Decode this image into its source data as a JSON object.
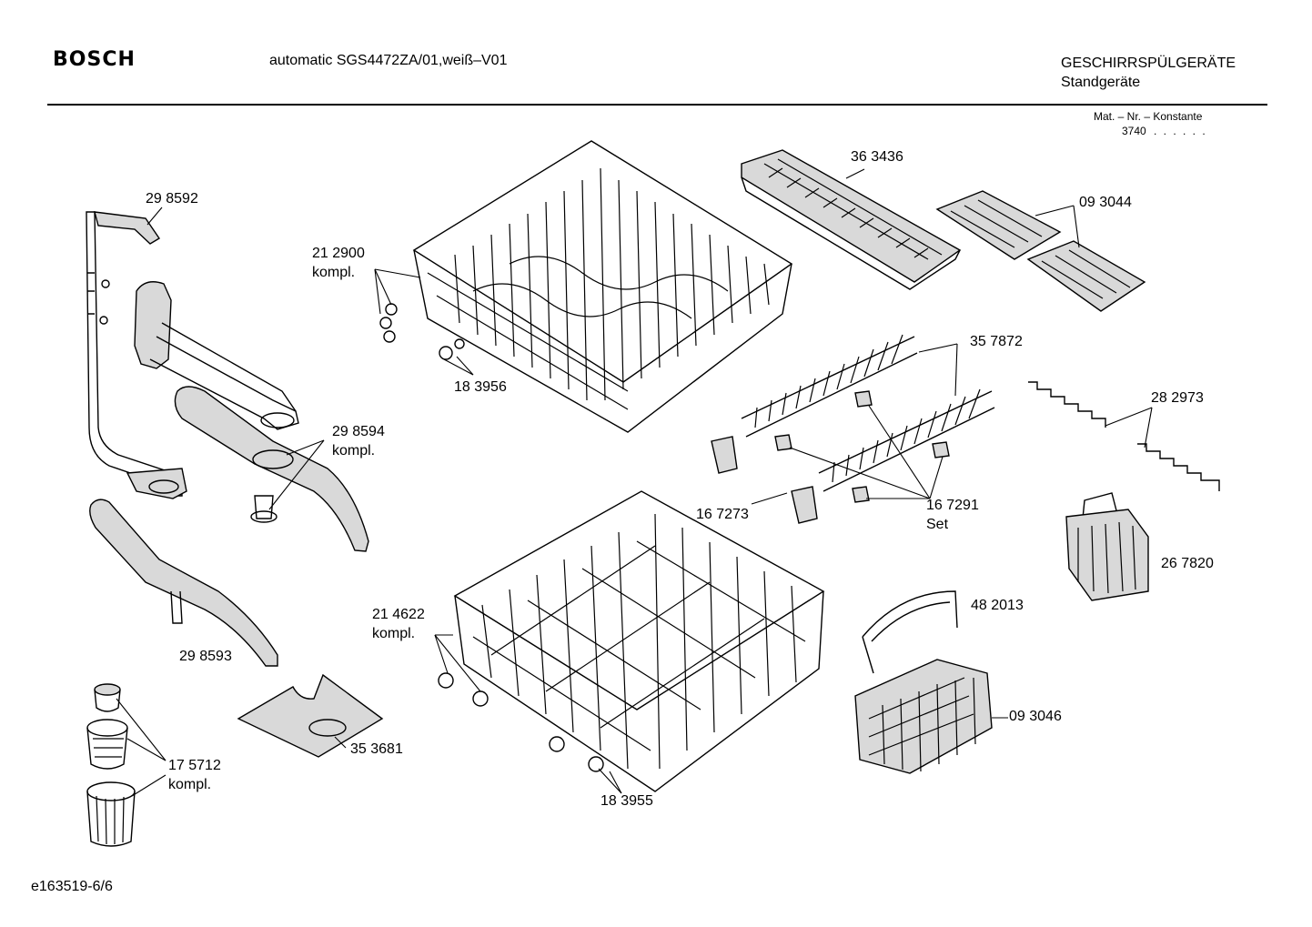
{
  "header": {
    "brand": "BOSCH",
    "model": "automatic SGS4472ZA/01,weiß–V01",
    "category_line1": "GESCHIRRSPÜLGERÄTE",
    "category_line2": "Standgeräte",
    "mat_label": "Mat. – Nr. – Konstante",
    "mat_value": "3740",
    "mat_dots": ". .  . . . ."
  },
  "footer": {
    "doc_id": "e163519-6/6"
  },
  "parts": [
    {
      "id": "p1",
      "number": "29 8592"
    },
    {
      "id": "p2",
      "number": "21 2900",
      "suffix": "kompl."
    },
    {
      "id": "p3",
      "number": "18 3956"
    },
    {
      "id": "p4",
      "number": "36 3436"
    },
    {
      "id": "p5",
      "number": "09 3044"
    },
    {
      "id": "p6",
      "number": "29 8594",
      "suffix": "kompl."
    },
    {
      "id": "p7",
      "number": "35 7872"
    },
    {
      "id": "p8",
      "number": "28 2973"
    },
    {
      "id": "p9",
      "number": "16 7273"
    },
    {
      "id": "p10",
      "number": "16 7291",
      "suffix": "Set"
    },
    {
      "id": "p11",
      "number": "26 7820"
    },
    {
      "id": "p12",
      "number": "21 4622",
      "suffix": "kompl."
    },
    {
      "id": "p13",
      "number": "48 2013"
    },
    {
      "id": "p14",
      "number": "29 8593"
    },
    {
      "id": "p15",
      "number": "09 3046"
    },
    {
      "id": "p16",
      "number": "35 3681"
    },
    {
      "id": "p17",
      "number": "17 5712",
      "suffix": "kompl."
    },
    {
      "id": "p18",
      "number": "18 3955"
    }
  ]
}
